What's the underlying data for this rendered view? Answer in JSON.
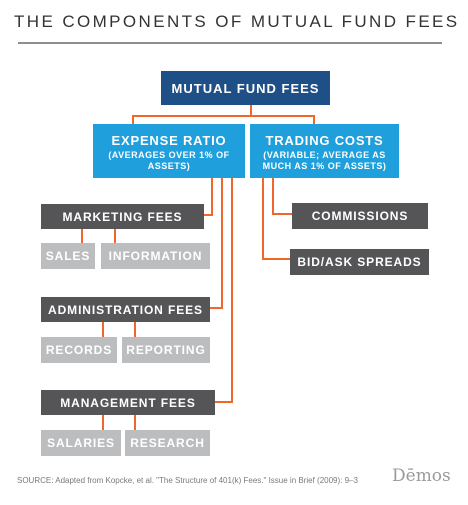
{
  "title": "THE COMPONENTS OF MUTUAL FUND FEES",
  "nodes": {
    "mutual_fund_fees": "MUTUAL FUND FEES",
    "expense_ratio": {
      "label": "EXPENSE RATIO",
      "detail": "(AVERAGES OVER 1% OF ASSETS)"
    },
    "trading_costs": {
      "label": "TRADING COSTS",
      "detail": "(VARIABLE; AVERAGE AS MUCH AS 1% OF ASSETS)"
    },
    "marketing_fees": "MARKETING FEES",
    "sales": "SALES",
    "information": "INFORMATION",
    "administration_fees": "ADMINISTRATION FEES",
    "records": "RECORDS",
    "reporting": "REPORTING",
    "management_fees": "MANAGEMENT FEES",
    "salaries": "SALARIES",
    "research": "RESEARCH",
    "commissions": "COMMISSIONS",
    "bid_ask_spreads": "BID/ASK SPREADS"
  },
  "source": "SOURCE: Adapted from Kopcke, et al. \"The Structure of 401(k) Fees.\" Issue in Brief (2009): 9–3",
  "logo": "Dēmos",
  "colors": {
    "root": "#1f4f87",
    "category": "#1f9fdc",
    "fee_type": "#555558",
    "component": "#bcbdbf",
    "connector": "#f0672b"
  }
}
